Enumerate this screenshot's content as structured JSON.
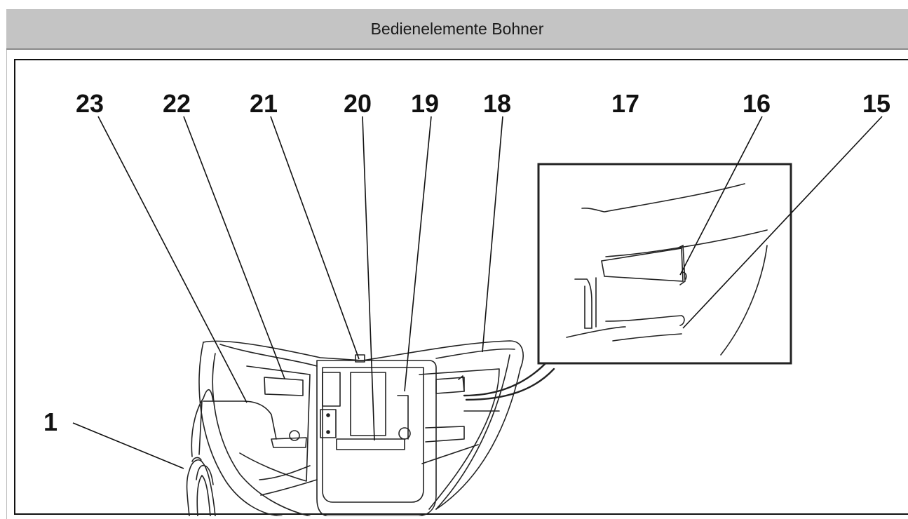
{
  "header": {
    "title": "Bedienelemente Bohner"
  },
  "figure": {
    "callouts": [
      {
        "id": "c23",
        "label": "23"
      },
      {
        "id": "c22",
        "label": "22"
      },
      {
        "id": "c21",
        "label": "21"
      },
      {
        "id": "c20",
        "label": "20"
      },
      {
        "id": "c19",
        "label": "19"
      },
      {
        "id": "c18",
        "label": "18"
      },
      {
        "id": "c17",
        "label": "17"
      },
      {
        "id": "c16",
        "label": "16"
      },
      {
        "id": "c15",
        "label": "15"
      },
      {
        "id": "c1",
        "label": "1"
      }
    ]
  }
}
